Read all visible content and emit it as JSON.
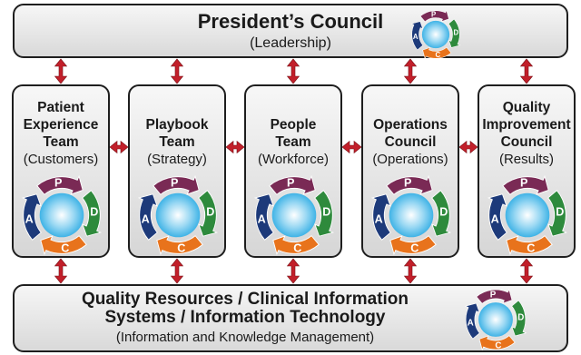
{
  "top": {
    "title": "President’s Council",
    "subtitle": "(Leadership)"
  },
  "teams": [
    {
      "name_lines": [
        "Patient",
        "Experience",
        "Team"
      ],
      "subtitle": "(Customers)"
    },
    {
      "name_lines": [
        "Playbook",
        "Team"
      ],
      "subtitle": "(Strategy)"
    },
    {
      "name_lines": [
        "People",
        "Team"
      ],
      "subtitle": "(Workforce)"
    },
    {
      "name_lines": [
        "Operations",
        "Council"
      ],
      "subtitle": "(Operations)"
    },
    {
      "name_lines": [
        "Quality",
        "Improvement",
        "Council"
      ],
      "subtitle": "(Results)"
    }
  ],
  "bottom": {
    "title_lines": [
      "Quality Resources / Clinical Information",
      "Systems / Information Technology"
    ],
    "subtitle": "(Information and Knowledge Management)"
  },
  "pdca": {
    "p": "P",
    "d": "D",
    "c": "C",
    "a": "A"
  },
  "colors": {
    "arrow": "#c21f2a",
    "plan": "#7a2a55",
    "do": "#2e8a3c",
    "check": "#e8731c",
    "act": "#1d3a7a",
    "center": "#3fb3e6"
  }
}
